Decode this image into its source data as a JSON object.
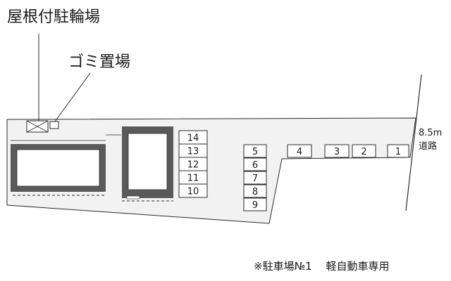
{
  "labels": {
    "bike_parking": "屋根付駐輪場",
    "garbage": "ゴミ置場",
    "road_width": "8.5m",
    "road": "道路",
    "note": "※駐車場№1　 軽自動車専用"
  },
  "parking_slots": [
    {
      "id": "1",
      "label": "1"
    },
    {
      "id": "2",
      "label": "2"
    },
    {
      "id": "3",
      "label": "3"
    },
    {
      "id": "4",
      "label": "4"
    },
    {
      "id": "5",
      "label": "5"
    },
    {
      "id": "6",
      "label": "6"
    },
    {
      "id": "7",
      "label": "7"
    },
    {
      "id": "8",
      "label": "8"
    },
    {
      "id": "9",
      "label": "9"
    },
    {
      "id": "10",
      "label": "10"
    },
    {
      "id": "11",
      "label": "11"
    },
    {
      "id": "12",
      "label": "12"
    },
    {
      "id": "13",
      "label": "13"
    },
    {
      "id": "14",
      "label": "14"
    }
  ],
  "colors": {
    "lot_fill": "#f2f2f2",
    "outline": "#2b2b2b",
    "building_wall": "#5a5a5a",
    "building_inner": "#ffffff"
  }
}
